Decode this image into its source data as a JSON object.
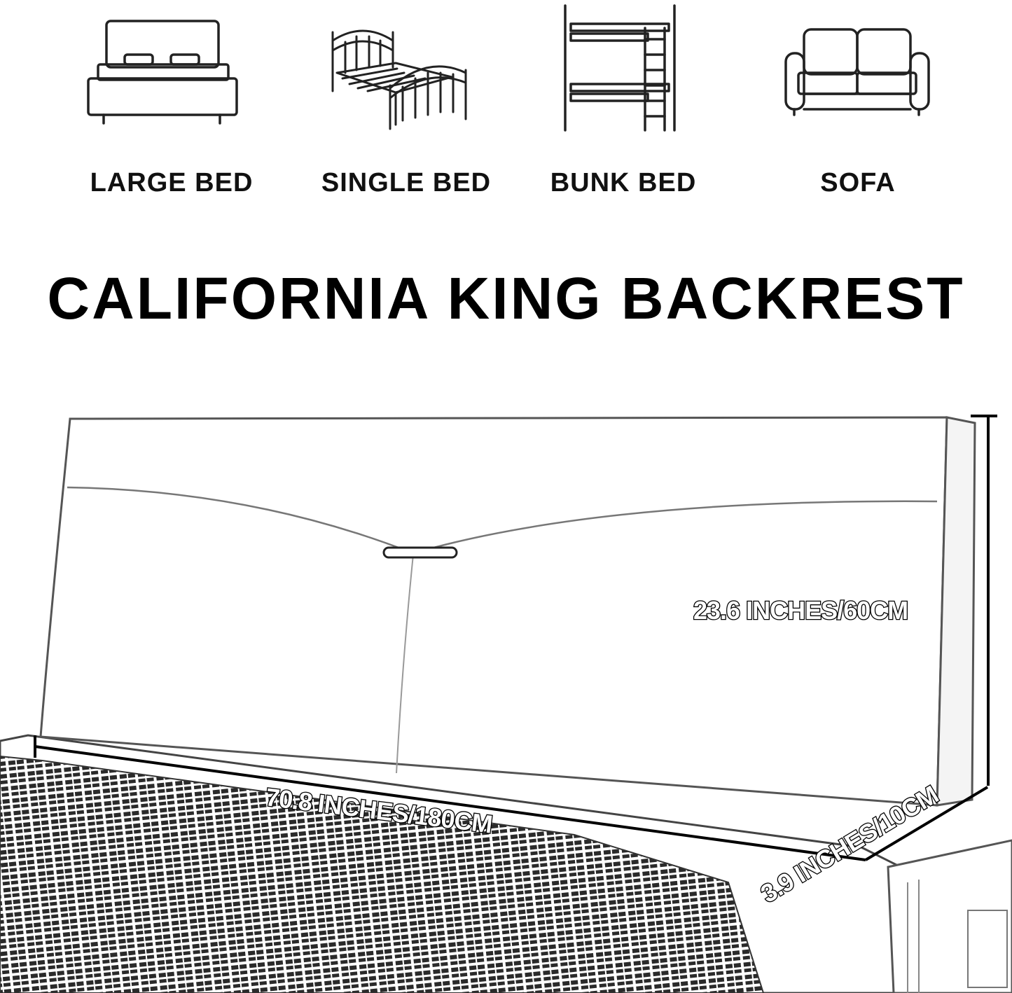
{
  "title": "CALIFORNIA KING BACKREST",
  "uses": [
    {
      "label": "LARGE BED",
      "icon": "large-bed-icon"
    },
    {
      "label": "SINGLE BED",
      "icon": "single-bed-icon"
    },
    {
      "label": "BUNK BED",
      "icon": "bunk-bed-icon"
    },
    {
      "label": "SOFA",
      "icon": "sofa-icon"
    }
  ],
  "dimensions": {
    "height": "23.6 INCHES/60CM",
    "width": "70.8 INCHES/180CM",
    "depth": "3.9 INCHES/10CM"
  }
}
